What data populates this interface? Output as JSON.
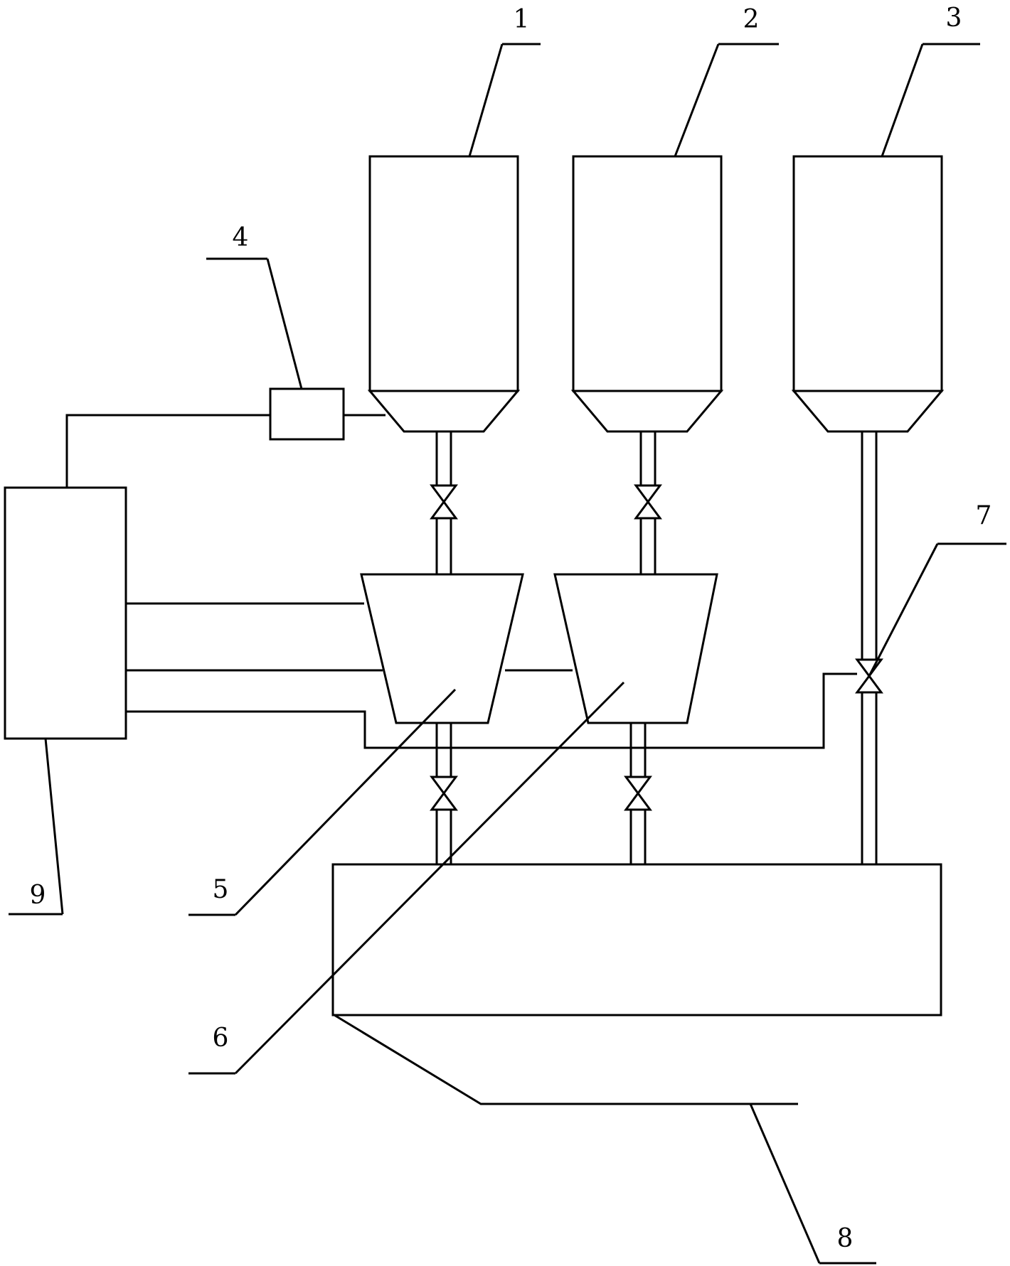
{
  "diagram": {
    "labels": {
      "l1": "1",
      "l2": "2",
      "l3": "3",
      "l4": "4",
      "l5": "5",
      "l6": "6",
      "l7": "7",
      "l8": "8",
      "l9": "9"
    },
    "colors": {
      "line": "#000000",
      "background": "#ffffff"
    }
  }
}
